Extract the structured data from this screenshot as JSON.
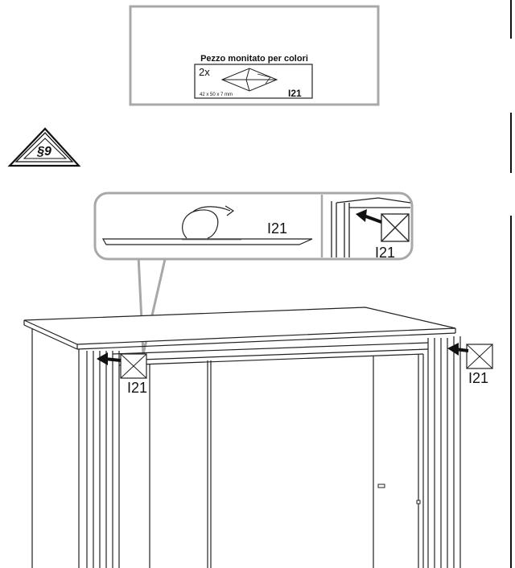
{
  "parts_box": {
    "header_text": "Pezzo monitato per colori",
    "quantity": "2x",
    "dimensions": "42 x 50 x 7 mm",
    "part_code": "I21"
  },
  "step": {
    "number": "§9"
  },
  "callout": {
    "label_peel": "I21",
    "label_insert": "I21"
  },
  "main": {
    "label_left": "I21",
    "label_right": "I21"
  }
}
